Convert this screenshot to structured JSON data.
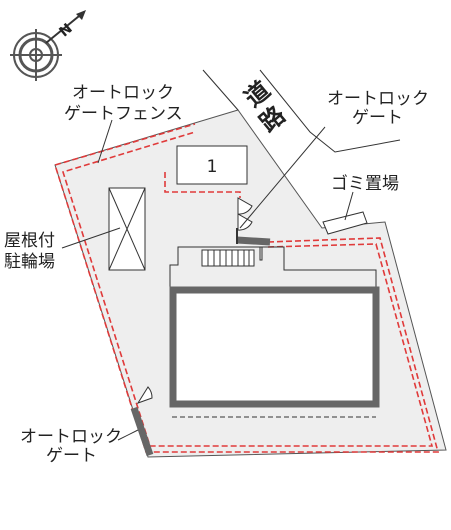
{
  "compass": {
    "label": "N",
    "icon": "north-arrow-compass-icon"
  },
  "road": {
    "label_top": "道",
    "label_bottom": "路"
  },
  "labels": {
    "fence_line1": "オートロック",
    "fence_line2": "ゲートフェンス",
    "gate_top_line1": "オートロック",
    "gate_top_line2": "ゲート",
    "garbage": "ゴミ置場",
    "bike_line1": "屋根付",
    "bike_line2": "駐輪場",
    "gate_bottom_line1": "オートロック",
    "gate_bottom_line2": "ゲート"
  },
  "parking": {
    "number": "1"
  },
  "colors": {
    "lot_fill": "#eeeeee",
    "fence": "#e03a3a",
    "gate": "#666666",
    "building": "#666666",
    "line": "#333333"
  }
}
